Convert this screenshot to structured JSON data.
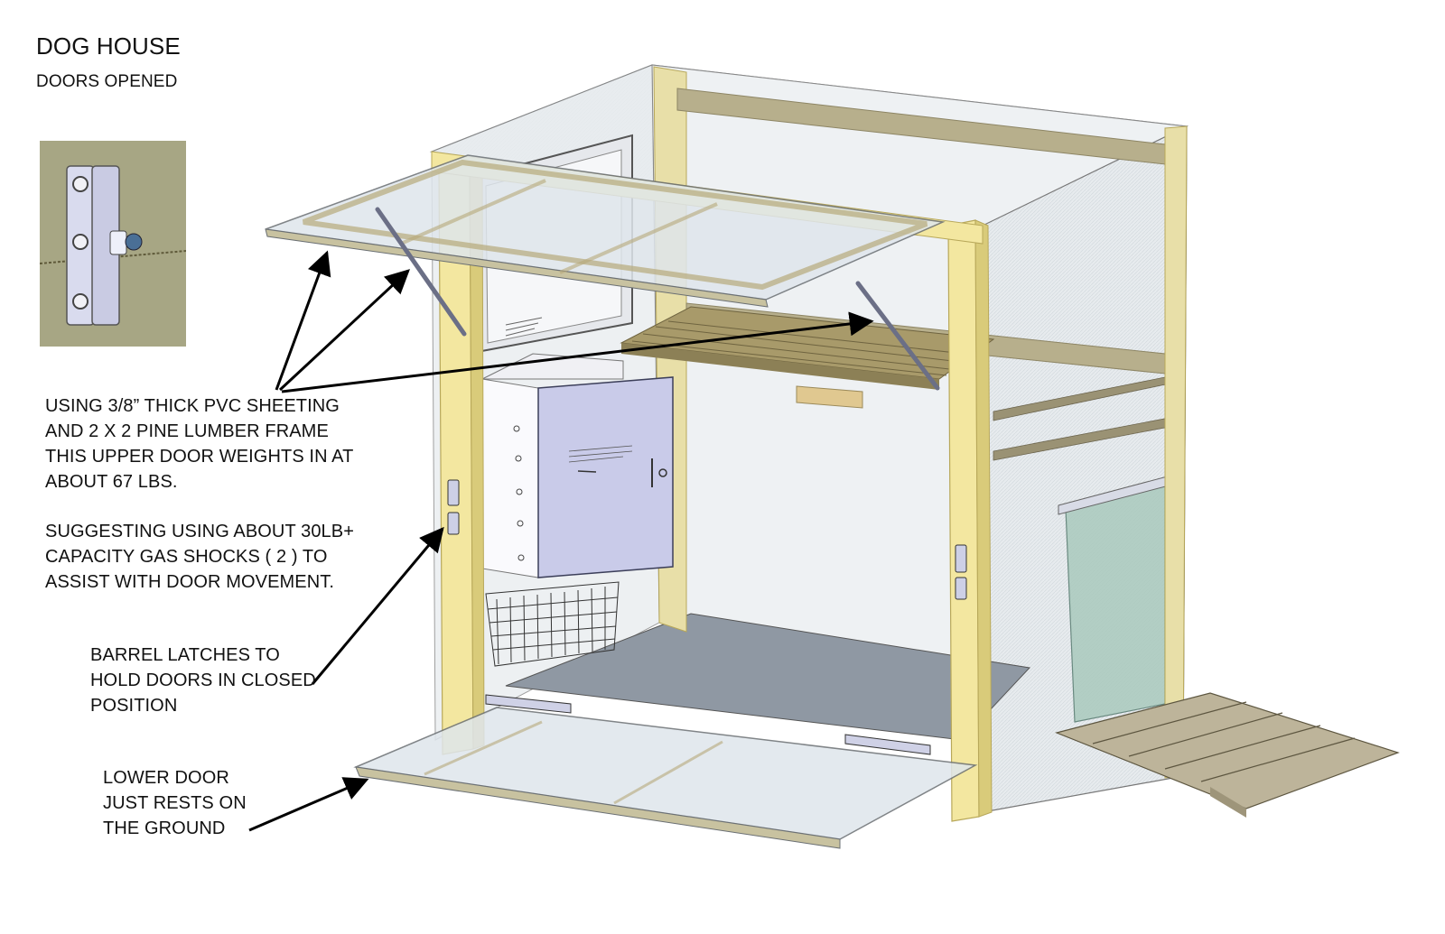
{
  "title": "DOG HOUSE",
  "subtitle": "DOORS OPENED",
  "notes": {
    "upper_door": [
      "USING 3/8” THICK PVC SHEETING",
      "AND 2 X 2 PINE LUMBER FRAME",
      "THIS UPPER DOOR WEIGHTS IN AT",
      "ABOUT 67 LBS."
    ],
    "gas_shocks": [
      "SUGGESTING USING ABOUT 30LB+",
      "CAPACITY GAS SHOCKS ( 2 ) TO",
      "ASSIST WITH DOOR MOVEMENT."
    ],
    "barrel_latches": [
      "BARREL LATCHES TO",
      "HOLD DOORS IN CLOSED",
      "POSITION"
    ],
    "lower_door": [
      "LOWER DOOR",
      "JUST RESTS ON",
      "THE GROUND"
    ]
  },
  "colors": {
    "lumber": "#f3e7a0",
    "lumber_edge": "#b8a85a",
    "panel_glass": "#dfe6ec",
    "floor": "#8f98a3",
    "cabinet": "#c9cbe9",
    "ramp": "#bdb49a",
    "flap": "#a9c9bd",
    "inset_bg": "#a7a684",
    "arrow": "#000000"
  }
}
